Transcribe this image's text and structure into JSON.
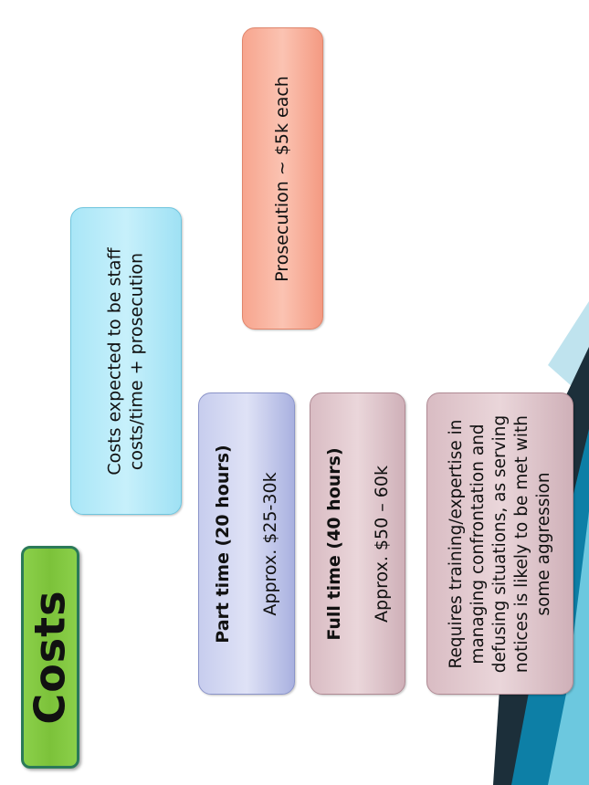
{
  "title": "Costs",
  "boxes": {
    "costs_expected": "Costs expected to be staff costs/time + prosecution",
    "prosecution": "Prosecution ~ $5k each",
    "part_time": {
      "heading": "Part time (20 hours)",
      "amount": "Approx. $25-30k"
    },
    "full_time": {
      "heading": "Full time (40 hours)",
      "amount": "Approx. $50 – 60k"
    },
    "training": "Requires training/expertise in managing confrontation and defusing situations, as serving notices is likely to be met with some aggression"
  },
  "colors": {
    "title_fill": "#7cc23a",
    "title_border": "#2b7a58",
    "costs_fill": "#bdeef9",
    "prosecution_fill": "#f9b6a2",
    "part_time_fill": "#c7cdee",
    "full_time_fill": "#e0c6cc",
    "training_fill": "#e0c6cc"
  }
}
